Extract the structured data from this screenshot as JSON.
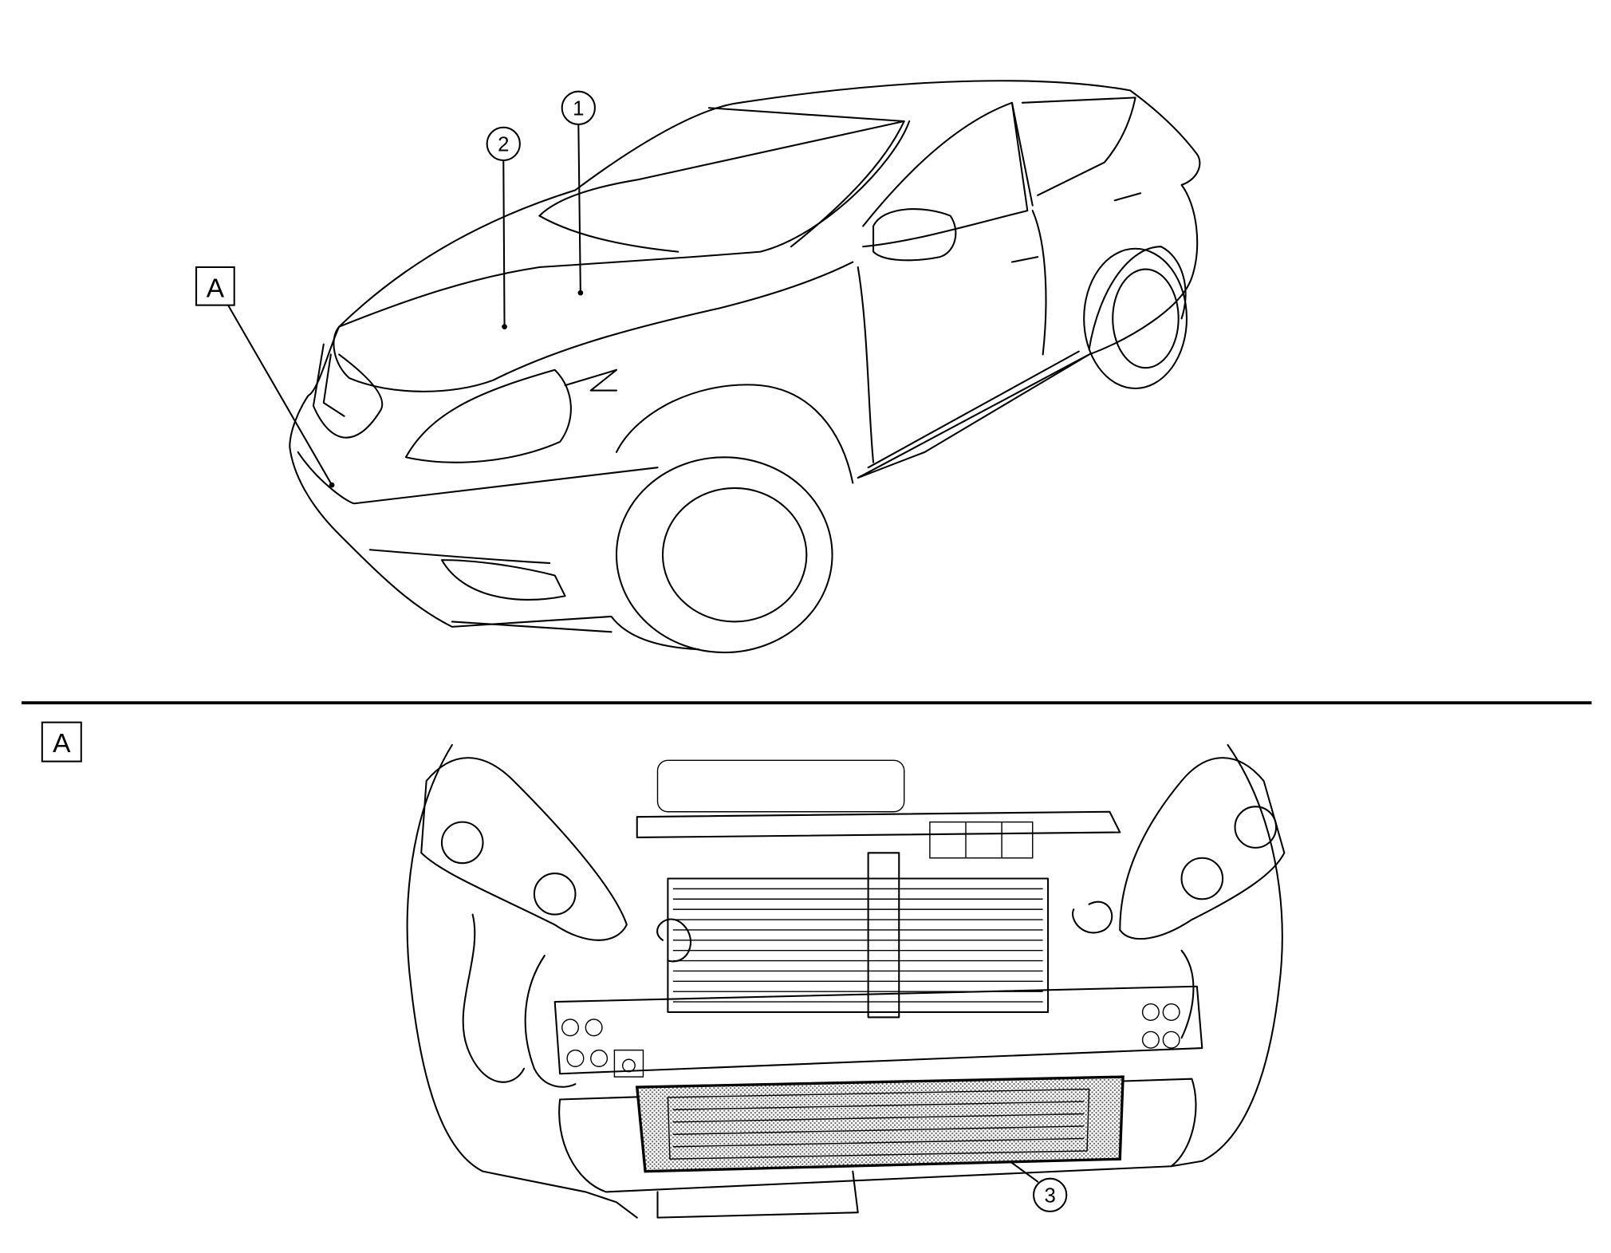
{
  "view_labels": {
    "overview_ref": "A",
    "detail_ref": "A"
  },
  "callouts": [
    {
      "number": "1"
    },
    {
      "number": "2"
    },
    {
      "number": "3"
    }
  ],
  "colors": {
    "line": "#000000",
    "background": "#ffffff",
    "hatch": "#9a9a9a"
  }
}
